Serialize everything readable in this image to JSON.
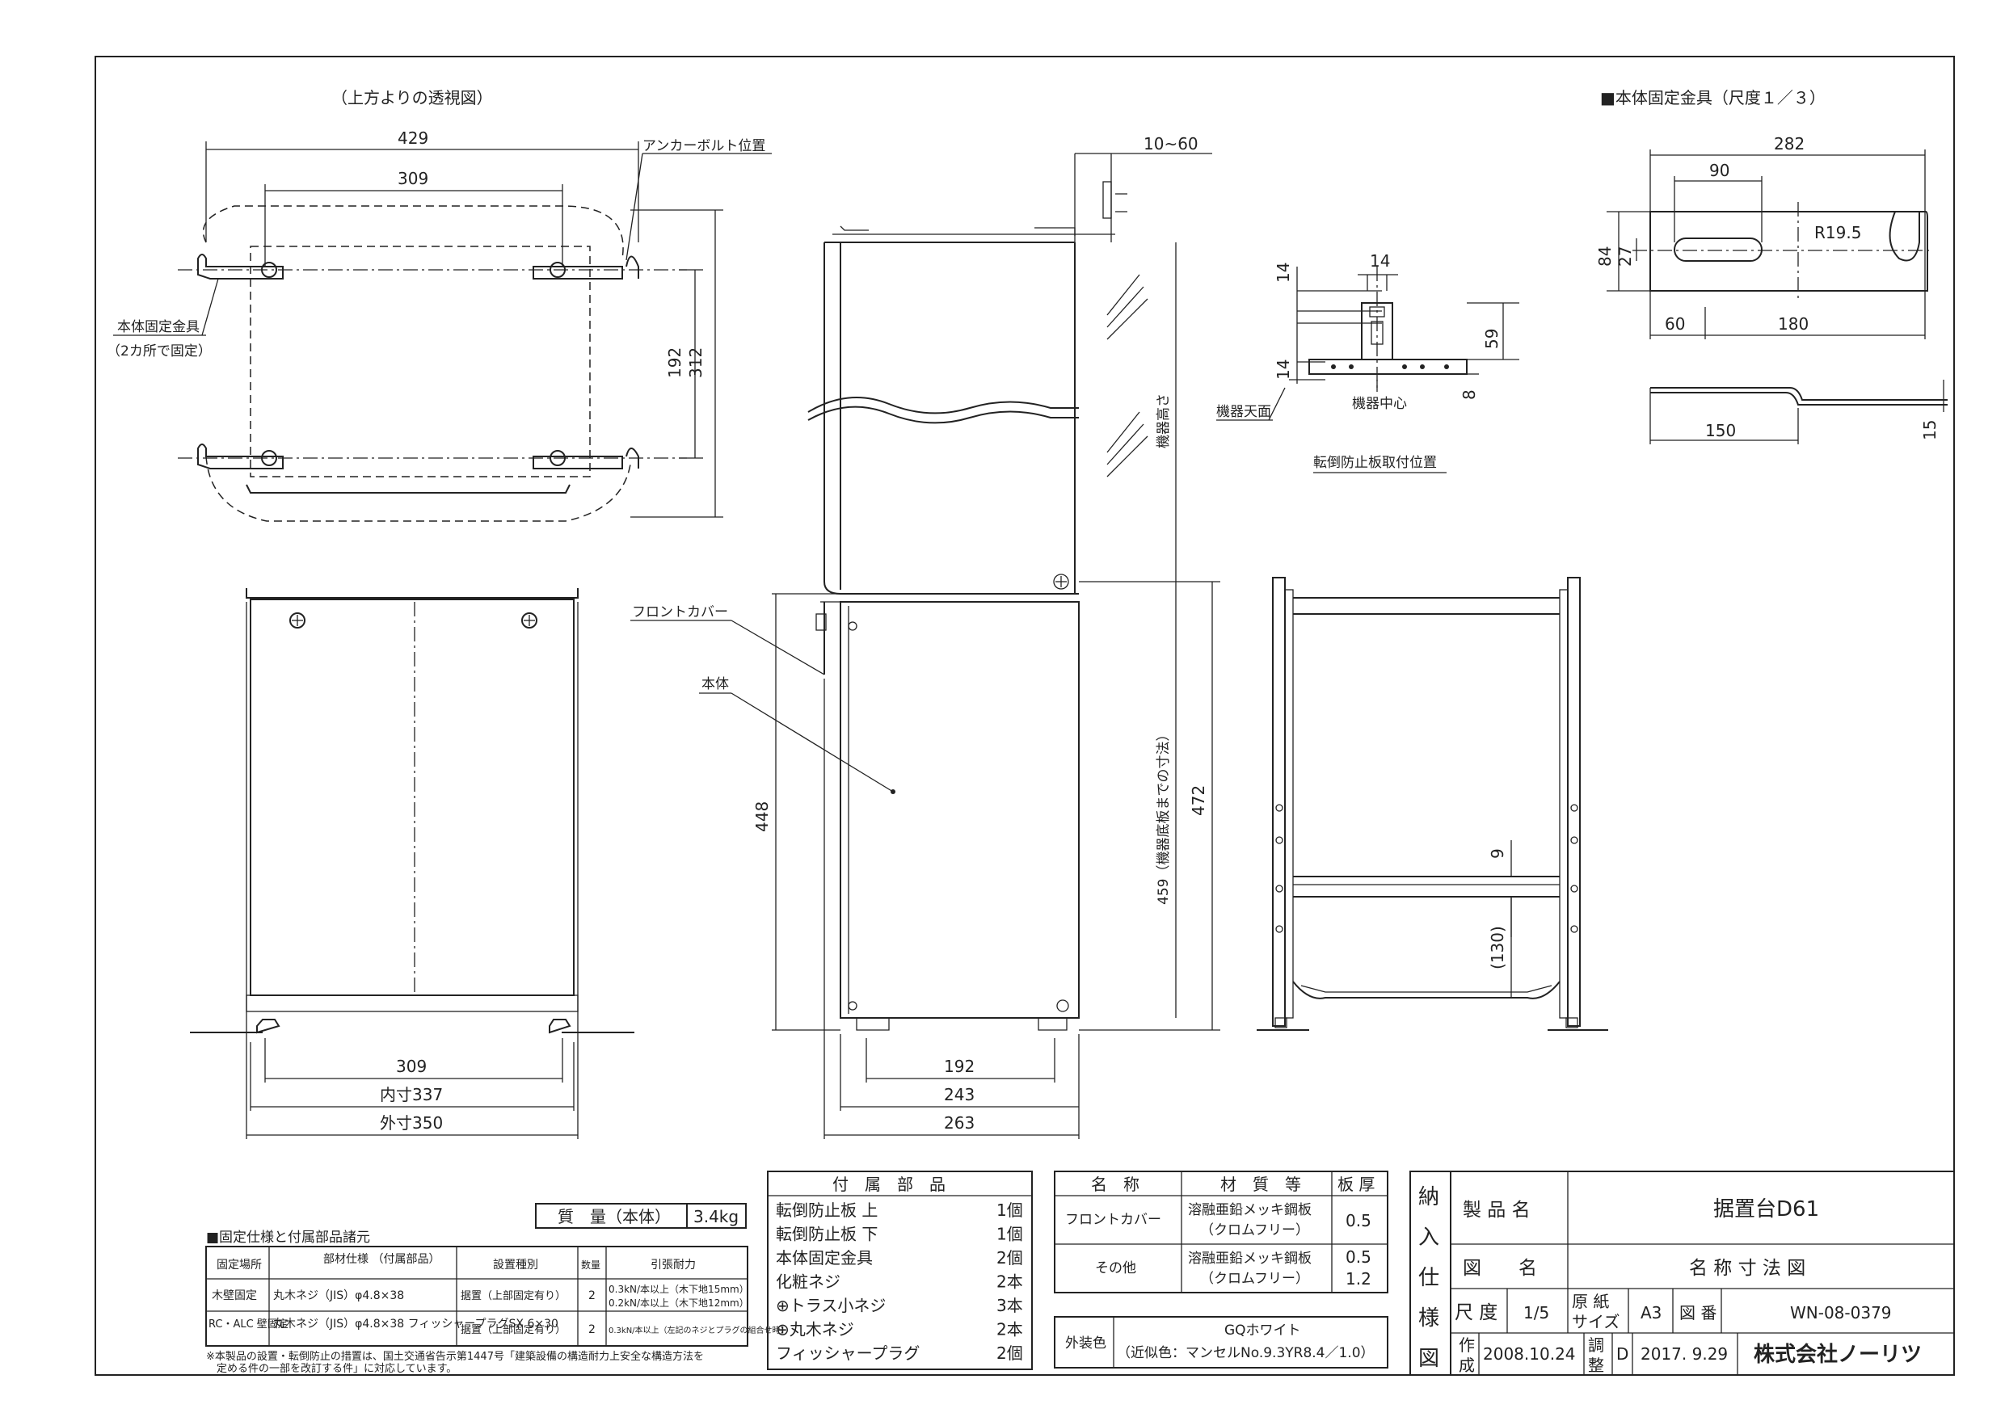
{
  "views": {
    "top_view_caption": "（上方よりの透視図）",
    "anchor_bolt_label": "アンカーボルト位置",
    "fixing_bracket_label": "本体固定金具",
    "fixing_bracket_note": "（2カ所で固定）",
    "top_dims": {
      "w_outer": "429",
      "w_inner": "309",
      "d_inner": "192",
      "d_outer": "312"
    },
    "front_dims": {
      "d1": "309",
      "d2": "内寸337",
      "d3": "外寸350"
    },
    "side_dims": {
      "gap": "10~60",
      "h1": "448",
      "h2": "459（機器底板までの寸法）",
      "h3": "472",
      "d1": "192",
      "d2": "243",
      "d3": "263",
      "unit_height": "機器高さ"
    },
    "side_labels": {
      "front_cover": "フロントカバー",
      "body": "本体"
    },
    "rear_dims": {
      "d1": "9",
      "d2": "(130)"
    },
    "tipover": {
      "title": "転倒防止板取付位置",
      "unit_top": "機器天面",
      "center": "機器中心",
      "d14a": "14",
      "d14b": "14",
      "d14c": "14",
      "d59": "59",
      "d8": "8"
    },
    "bracket": {
      "title": "■本体固定金具（尺度１／３）",
      "d282": "282",
      "d90": "90",
      "d84": "84",
      "d27": "27",
      "r": "R19.5",
      "d60": "60",
      "d180": "180",
      "d150": "150",
      "d15": "15"
    }
  },
  "mass": {
    "label": "質　量（本体）",
    "value": "3.4kg"
  },
  "fixing_spec": {
    "title": "■固定仕様と付属部品諸元",
    "headers": [
      "固定場所",
      "部材仕様\n（付属部品）",
      "設置種別",
      "数量",
      "引張耐力"
    ],
    "rows": [
      [
        "木壁固定",
        "丸木ネジ（JIS）φ4.8×38",
        "据置（上部固定有り）",
        "2",
        "0.3kN/本以上（木下地15mm）",
        "0.2kN/本以上（木下地12mm）"
      ],
      [
        "RC・ALC\n壁固定",
        "丸木ネジ（JIS）φ4.8×38\nフィッシャープラグSX 6×30",
        "据置（上部固定有り）",
        "2",
        "0.3kN/本以上（左記のネジとプラグの組合せ時）",
        ""
      ]
    ],
    "note1": "※本製品の設置・転倒防止の措置は、国土交通省告示第1447号「建築設備の構造耐力上安全な構造方法を",
    "note2": "　定める件の一部を改訂する件」に対応しています。"
  },
  "accessories": {
    "header": "付　属　部　品",
    "items": [
      {
        "name": "転倒防止板 上",
        "qty": "1個"
      },
      {
        "name": "転倒防止板 下",
        "qty": "1個"
      },
      {
        "name": "本体固定金具",
        "qty": "2個"
      },
      {
        "name": "化粧ネジ",
        "qty": "2本"
      },
      {
        "name": "⊕トラス小ネジ",
        "qty": "3本"
      },
      {
        "name": "⊕丸木ネジ",
        "qty": "2本"
      },
      {
        "name": "フィッシャープラグ",
        "qty": "2個"
      }
    ]
  },
  "materials": {
    "headers": [
      "名　称",
      "材　質　等",
      "板 厚"
    ],
    "rows": [
      {
        "name": "フロントカバー",
        "mat1": "溶融亜鉛メッキ鋼板",
        "mat2": "（クロムフリー）",
        "t1": "0.5",
        "t2": ""
      },
      {
        "name": "その他",
        "mat1": "溶融亜鉛メッキ鋼板",
        "mat2": "（クロムフリー）",
        "t1": "0.5",
        "t2": "1.2"
      }
    ],
    "finish_label": "外装色",
    "finish1": "GQホワイト",
    "finish2": "（近似色：マンセルNo.9.3YR8.4／1.0）"
  },
  "title_block": {
    "side": [
      "納",
      "入",
      "仕",
      "様",
      "図"
    ],
    "product_label": "製 品 名",
    "product": "据置台D61",
    "drawing_label": "図　　名",
    "drawing": "名 称 寸 法 図",
    "scale_label": "尺 度",
    "scale": "1/5",
    "paper_label1": "原 紙",
    "paper_label2": "サイズ",
    "paper": "A3",
    "dwgno_label": "図 番",
    "dwgno": "WN-08-0379",
    "made_label1": "作",
    "made_label2": "成",
    "made": "2008.10.24",
    "adj_label1": "調",
    "adj_label2": "整",
    "rev": "D",
    "adj": "2017. 9.29",
    "company": "株式会社ノーリツ"
  }
}
